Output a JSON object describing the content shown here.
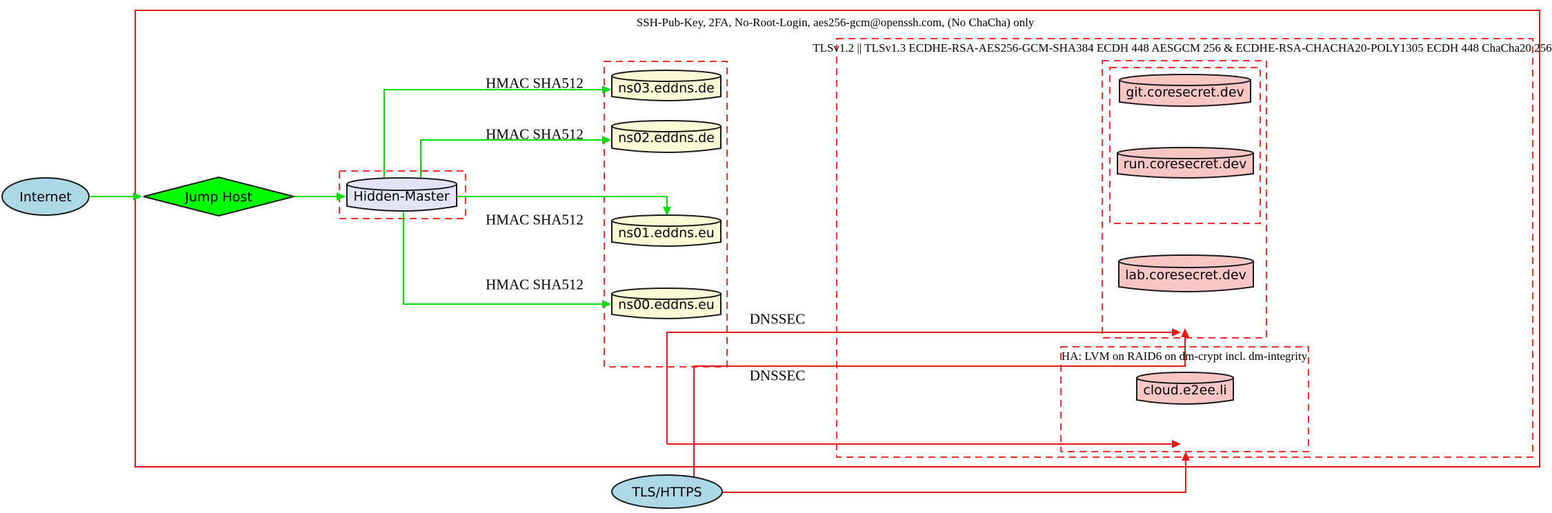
{
  "clusters": {
    "ssh": {
      "label": "SSH-Pub-Key, 2FA, No-Root-Login, aes256-gcm@openssh.com, (No ChaCha) only"
    },
    "tls": {
      "label": "TLSv1.2 || TLSv1.3 ECDHE-RSA-AES256-GCM-SHA384 ECDH 448 AESGCM 256 & ECDHE-RSA-CHACHA20-POLY1305 ECDH 448 ChaCha20 256"
    },
    "ha": {
      "label": "HA: LVM on RAID6 on dm-crypt incl. dm-integrity"
    }
  },
  "nodes": {
    "internet": {
      "label": "Internet"
    },
    "jump_host": {
      "label": "Jump Host"
    },
    "hidden_master": {
      "label": "Hidden-Master"
    },
    "ns03": {
      "label": "ns03.eddns.de"
    },
    "ns02": {
      "label": "ns02.eddns.de"
    },
    "ns01": {
      "label": "ns01.eddns.eu"
    },
    "ns00": {
      "label": "ns00.eddns.eu"
    },
    "git": {
      "label": "git.coresecret.dev"
    },
    "run": {
      "label": "run.coresecret.dev"
    },
    "lab": {
      "label": "lab.coresecret.dev"
    },
    "cloud": {
      "label": "cloud.e2ee.li"
    },
    "tls_https": {
      "label": "TLS/HTTPS"
    }
  },
  "edges": {
    "hmac_ns03": {
      "label": "HMAC SHA512"
    },
    "hmac_ns02": {
      "label": "HMAC SHA512"
    },
    "hmac_ns01": {
      "label": "HMAC SHA512"
    },
    "hmac_ns00": {
      "label": "HMAC SHA512"
    },
    "dnssec_top": {
      "label": "DNSSEC"
    },
    "dnssec_bottom": {
      "label": "DNSSEC"
    }
  },
  "colors": {
    "bg": "#ffffff",
    "ink": "#1a1a1a",
    "green_edge": "#00dc00",
    "green_fill": "#00ff00",
    "red": "#ee1515",
    "red_dash": "#ff2a2a",
    "lightblue": "#add8e6",
    "yellow": "#fbfad6",
    "lavender": "#e4e4f7",
    "pink": "#f9c6c6"
  }
}
